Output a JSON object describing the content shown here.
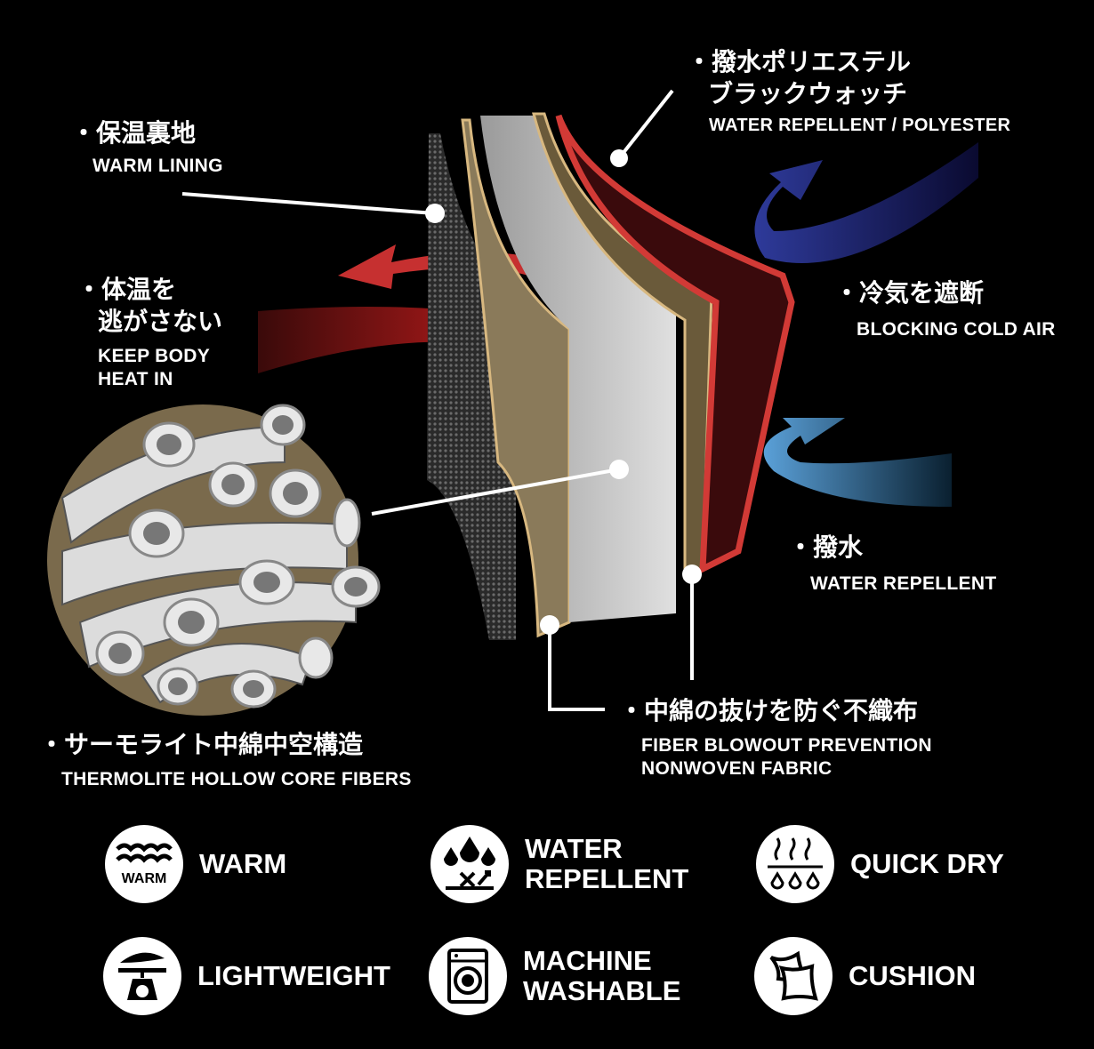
{
  "labels": {
    "polyester": {
      "jp_line1": "撥水ポリエステル",
      "jp_line2": "ブラックウォッチ",
      "en": "WATER REPELLENT / POLYESTER"
    },
    "lining": {
      "jp": "保温裏地",
      "en": "WARM LINING"
    },
    "keep_heat": {
      "jp_line1": "体温を",
      "jp_line2": "逃がさない",
      "en_line1": "KEEP BODY",
      "en_line2": "HEAT IN"
    },
    "cold_air": {
      "jp": "冷気を遮断",
      "en": "BLOCKING COLD AIR"
    },
    "repellent": {
      "jp": "撥水",
      "en": "WATER REPELLENT"
    },
    "nonwoven": {
      "jp": "中綿の抜けを防ぐ不織布",
      "en_line1": "FIBER BLOWOUT PREVENTION",
      "en_line2": "NONWOVEN FABRIC"
    },
    "thermolite": {
      "jp": "サーモライト中綿中空構造",
      "en": "THERMOLITE HOLLOW CORE FIBERS"
    }
  },
  "features": [
    {
      "label": "WARM",
      "icon": "warm-icon",
      "icon_text": "WARM"
    },
    {
      "label_line1": "WATER",
      "label_line2": "REPELLENT",
      "icon": "water-repellent-icon"
    },
    {
      "label": "QUICK DRY",
      "icon": "quick-dry-icon"
    },
    {
      "label": "LIGHTWEIGHT",
      "icon": "lightweight-icon"
    },
    {
      "label_line1": "MACHINE",
      "label_line2": "WASHABLE",
      "icon": "machine-washable-icon"
    },
    {
      "label": "CUSHION",
      "icon": "cushion-icon"
    }
  ],
  "colors": {
    "outer_red": "#d23a36",
    "cold_blue": "#2b3590",
    "water_blue": "#4a8fc8",
    "fiber_tan": "#7a6a4c"
  }
}
